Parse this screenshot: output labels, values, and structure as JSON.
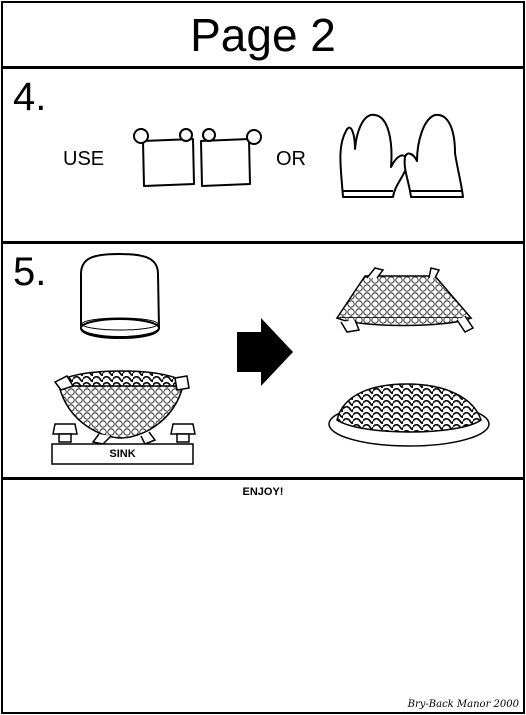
{
  "page_title": "Page 2",
  "steps": [
    {
      "number": "4.",
      "words": [
        "USE",
        "OR"
      ]
    },
    {
      "number": "5.",
      "sink_label": "SINK"
    }
  ],
  "footer": {
    "message": "ENJOY!",
    "credit": "Bry-Back Manor 2000"
  },
  "icons": [
    "pot-holder-icon",
    "oven-mitt-icon",
    "pot-lid-icon",
    "arrow-right-icon",
    "colander-icon",
    "sink-faucet-icon",
    "spaghetti-plate-icon"
  ]
}
